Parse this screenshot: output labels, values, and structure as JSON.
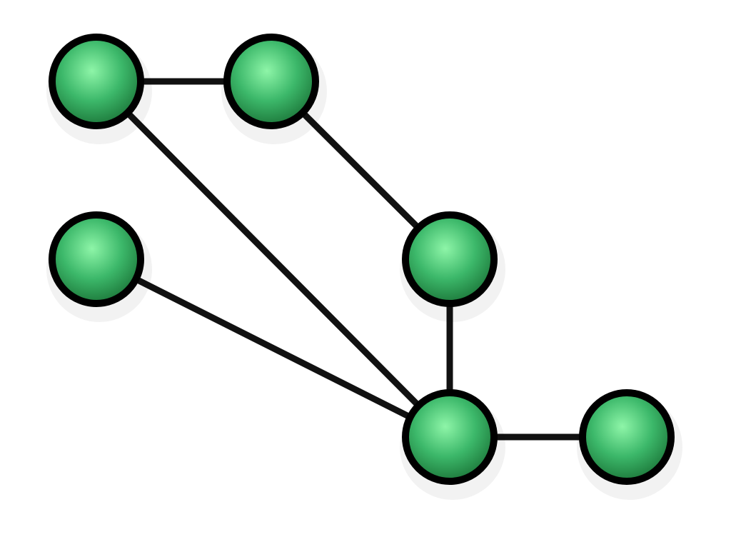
{
  "diagram": {
    "type": "undirected-graph",
    "node_color": "#3cb86a",
    "node_highlight": "#8ef5a8",
    "node_shade": "#1e7a3c",
    "outline_color": "#000000",
    "edge_color": "#111111",
    "background": "#ffffff",
    "nodes": [
      {
        "id": "top-left"
      },
      {
        "id": "top-middle"
      },
      {
        "id": "middle-left"
      },
      {
        "id": "middle-right"
      },
      {
        "id": "bottom-center"
      },
      {
        "id": "bottom-right"
      }
    ],
    "edges": [
      {
        "from": "top-left",
        "to": "top-middle"
      },
      {
        "from": "top-left",
        "to": "bottom-center"
      },
      {
        "from": "top-middle",
        "to": "middle-right"
      },
      {
        "from": "middle-left",
        "to": "bottom-center"
      },
      {
        "from": "middle-right",
        "to": "bottom-center"
      },
      {
        "from": "bottom-center",
        "to": "bottom-right"
      }
    ]
  }
}
